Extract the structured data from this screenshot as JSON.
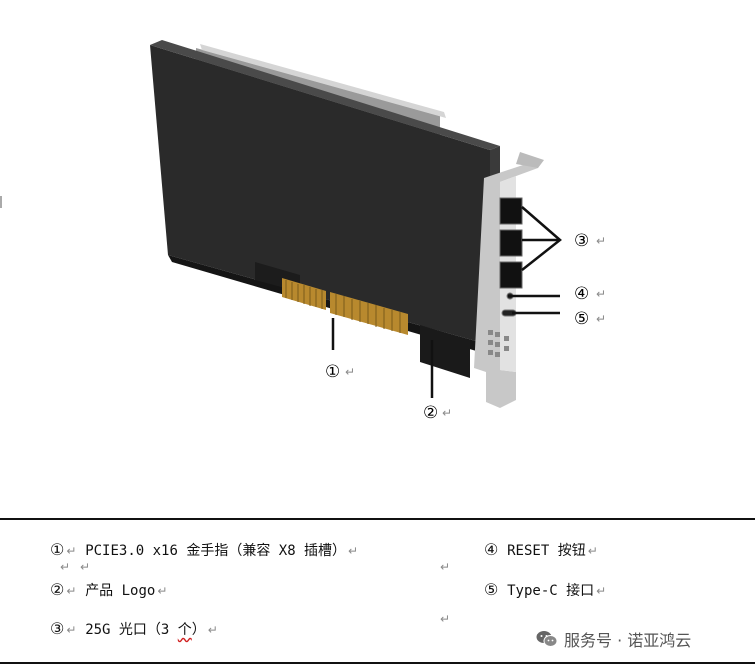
{
  "callouts": {
    "c1": "①",
    "c2": "②",
    "c3": "③",
    "c4": "④",
    "c5": "⑤"
  },
  "legend": {
    "items": [
      {
        "num": "①",
        "text": "PCIE3.0 x16 金手指（兼容 X8 插槽）"
      },
      {
        "num": "②",
        "text": "产品 Logo"
      },
      {
        "num": "③",
        "text": "25G 光口（3 ",
        "emph": "个",
        "tail": "）"
      },
      {
        "num": "④",
        "text": "RESET 按钮"
      },
      {
        "num": "⑤",
        "text": "Type-C 接口"
      }
    ],
    "return_mark": "↵"
  },
  "watermark": {
    "text": "服务号 · 诺亚鸿云",
    "icon": "wechat-icon"
  },
  "colors": {
    "card_body": "#252525",
    "card_edge": "#3a3a3a",
    "gold_finger": "#b8892e",
    "bracket": "#c8c8c8",
    "rule": "#111111"
  }
}
